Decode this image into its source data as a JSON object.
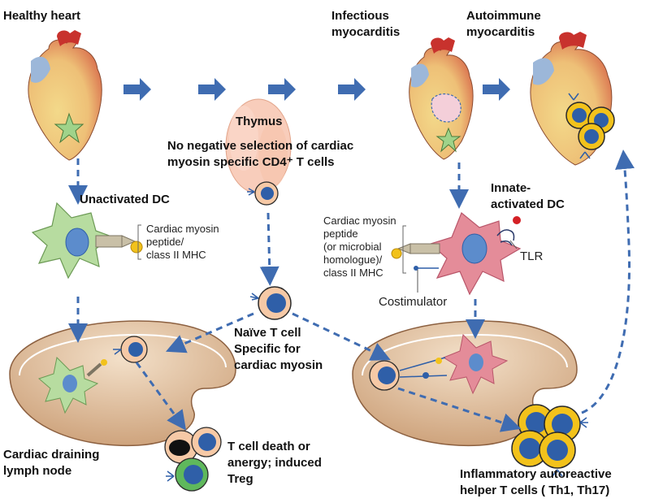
{
  "labels": {
    "healthy_heart": "Healthy heart",
    "infectious_line1": "Infectious",
    "infectious_line2": "myocarditis",
    "autoimmune_line1": "Autoimmune",
    "autoimmune_line2": "myocarditis",
    "thymus": "Thymus",
    "no_neg_line1": "No negative selection of cardiac",
    "no_neg_line2": "myosin specific CD4⁺ T cells",
    "unactivated_dc": "Unactivated DC",
    "cm_peptide_left_1": "Cardiac myosin",
    "cm_peptide_left_2": "peptide/",
    "cm_peptide_left_3": "class II MHC",
    "innate_line1": "Innate-",
    "innate_line2": "activated DC",
    "cm_peptide_right_1": "Cardiac myosin",
    "cm_peptide_right_2": "peptide",
    "cm_peptide_right_3": "(or microbial",
    "cm_peptide_right_4": "homologue)/",
    "cm_peptide_right_5": "class II MHC",
    "tlr": "TLR",
    "costimulator": "Costimulator",
    "naive_line1": "Naïve T cell",
    "naive_line2": "Specific for",
    "naive_line3": "cardiac myosin",
    "cardiac_draining_1": "Cardiac draining",
    "cardiac_draining_2": "lymph node",
    "tcell_death_1": "T cell death or",
    "tcell_death_2": "anergy; induced",
    "tcell_death_3": "Treg",
    "inflammatory_1": "Inflammatory autoreactive",
    "inflammatory_2": "helper T cells ( Th1, Th17)"
  },
  "colors": {
    "arrow": "#3f6cb1",
    "dc_green": "#b7dca0",
    "dc_pink": "#e48c99",
    "nucleus_blue": "#2f5fa8",
    "t_cell_ring": "#f6c9a6",
    "effector_ring": "#f2c21b",
    "treg_ring": "#5fb85c",
    "lymph_node": "#d9b38f",
    "heart_red": "#c8322d"
  }
}
